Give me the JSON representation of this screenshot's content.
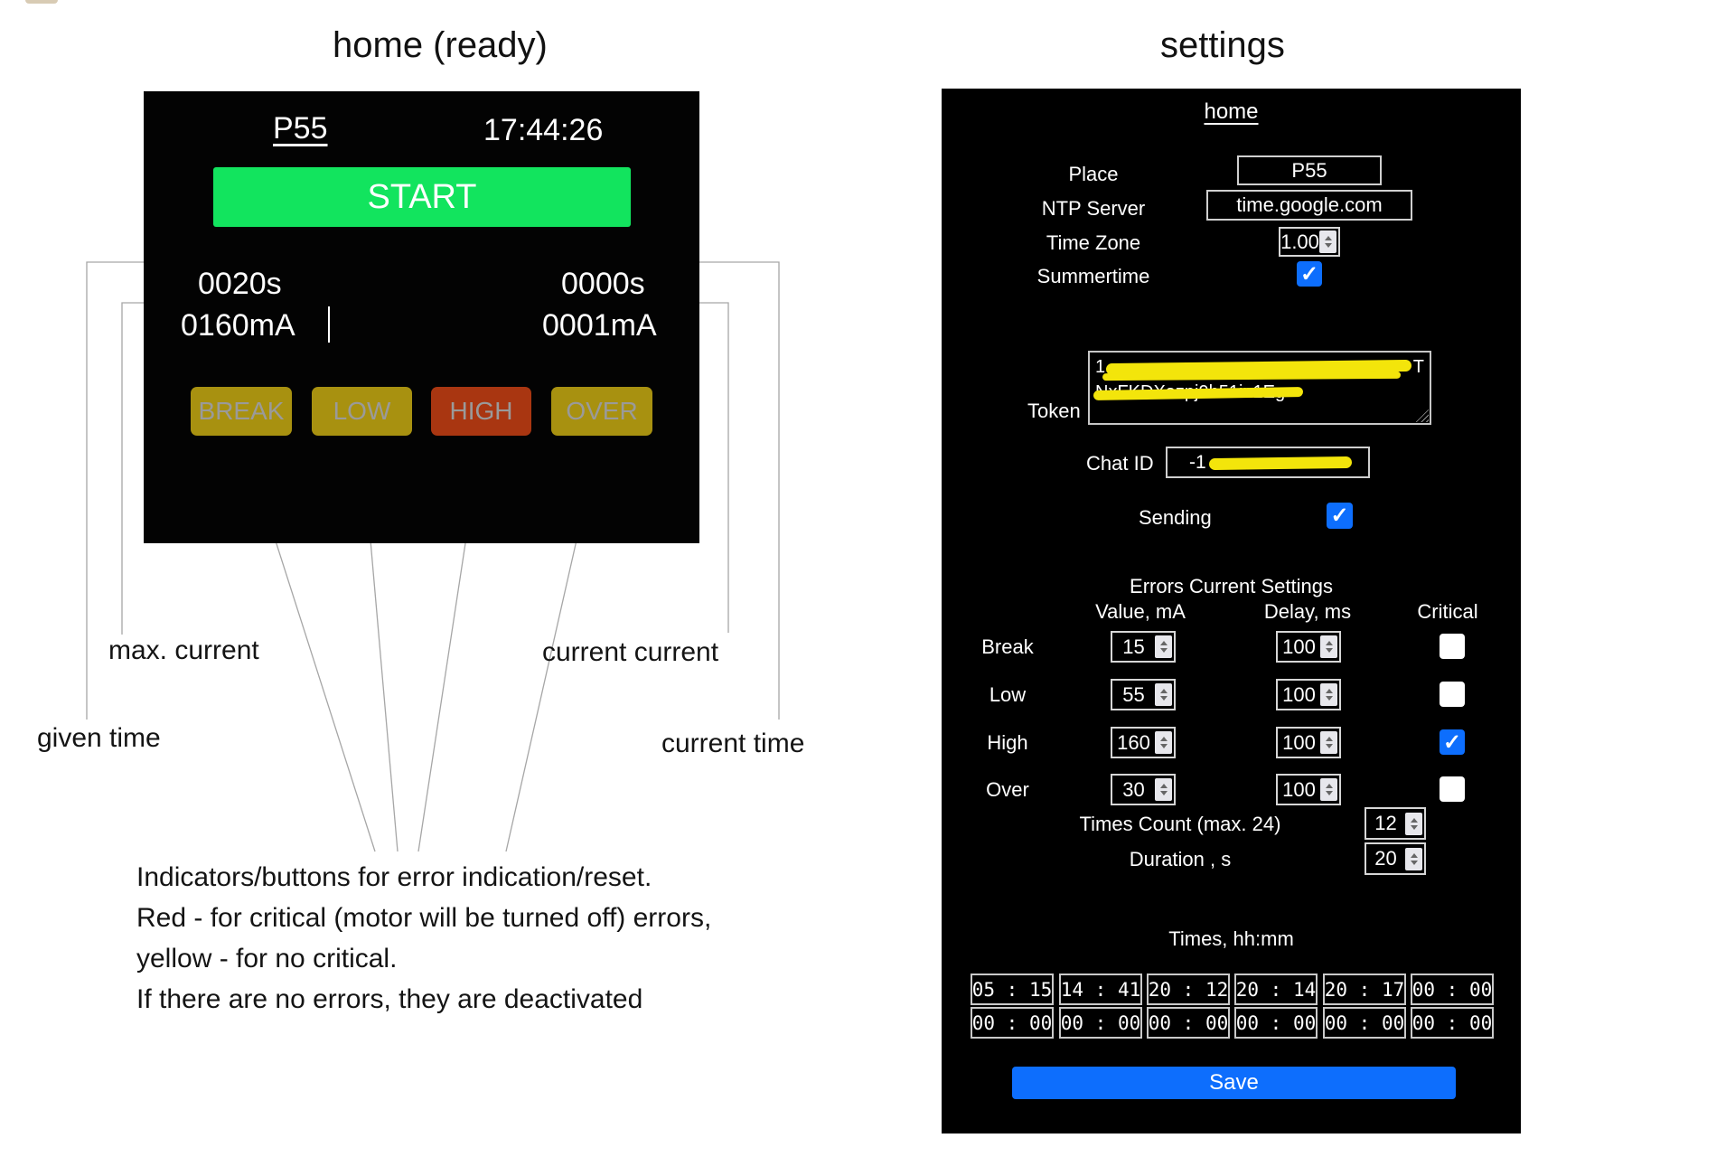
{
  "page": {
    "left_title": "home  (ready)",
    "right_title": "settings"
  },
  "home_panel": {
    "place_link": "P55",
    "clock": "17:44:26",
    "start_label": "START",
    "given_time": "0020s",
    "current_time": "0000s",
    "max_current": "0160mA",
    "current_current": "0001mA",
    "error_buttons": [
      {
        "label": "BREAK",
        "type": "warning"
      },
      {
        "label": "LOW",
        "type": "warning"
      },
      {
        "label": "HIGH",
        "type": "critical"
      },
      {
        "label": "OVER",
        "type": "warning"
      }
    ]
  },
  "annotations": {
    "max_current": "max. current",
    "current_current": "current current",
    "given_time": "given time",
    "current_time": "current time",
    "note_lines": [
      "Indicators/buttons for error indication/reset.",
      "Red - for critical (motor will be turned off) errors,",
      "yellow - for no critical.",
      "If there are no errors, they are deactivated"
    ]
  },
  "settings_panel": {
    "home_link": "home",
    "place_label": "Place",
    "place_value": "P55",
    "ntp_label": "NTP Server",
    "ntp_value": "time.google.com",
    "timezone_label": "Time Zone",
    "timezone_value": "1.00",
    "summertime_label": "Summertime",
    "summertime_checked": true,
    "token_label": "Token",
    "token_line1_prefix": "1",
    "token_line1_suffix": "T",
    "token_line2": "NxFKDXazpj9h51in1Eg",
    "chat_id_label": "Chat ID",
    "chat_id_prefix": "-1",
    "sending_label": "Sending",
    "sending_checked": true,
    "errors": {
      "heading": "Errors Current Settings",
      "col_value": "Value, mA",
      "col_delay": "Delay, ms",
      "col_critical": "Critical",
      "rows": [
        {
          "name": "Break",
          "value": "15",
          "delay": "100",
          "critical": false
        },
        {
          "name": "Low",
          "value": "55",
          "delay": "100",
          "critical": false
        },
        {
          "name": "High",
          "value": "160",
          "delay": "100",
          "critical": true
        },
        {
          "name": "Over",
          "value": "30",
          "delay": "100",
          "critical": false
        }
      ]
    },
    "times_count_label": "Times Count (max. 24)",
    "times_count_value": "12",
    "duration_label": "Duration , s",
    "duration_value": "20",
    "times_heading": "Times, hh:mm",
    "times": [
      [
        "05 : 15",
        "14 : 41",
        "20 : 12",
        "20 : 14",
        "20 : 17",
        "00 : 00"
      ],
      [
        "00 : 00",
        "00 : 00",
        "00 : 00",
        "00 : 00",
        "00 : 00",
        "00 : 00"
      ]
    ],
    "save_label": "Save"
  },
  "colors": {
    "start_green": "#12e45e",
    "warning_yellow": "#a89110",
    "critical_red": "#a93611",
    "accent_blue": "#0d6efd",
    "highlighter_yellow": "#f3e50b"
  }
}
